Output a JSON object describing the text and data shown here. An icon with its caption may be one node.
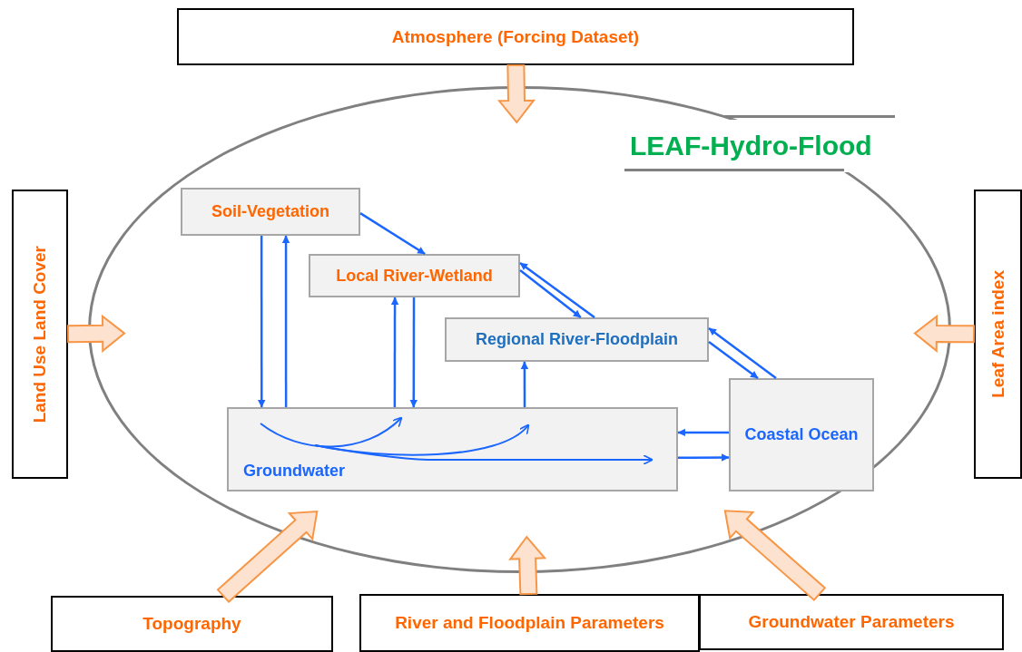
{
  "diagram": {
    "nodes": [
      {
        "text": [
          "Atmosphere (Forcing Dataset)"
        ]
      },
      {
        "text": [
          "LEAF-Hydro-Flood"
        ]
      },
      {
        "text": [
          "Soil-Vegetation"
        ],
        "in": 1
      },
      {
        "text": [
          "Local River-Wetland"
        ],
        "in": 1
      },
      {
        "text": [
          "Regional River-Floodplain"
        ],
        "in": 1
      },
      {
        "text": [
          "Groundwater"
        ],
        "in": 1
      },
      {
        "text": [
          "Coastal Ocean"
        ],
        "in": 1
      },
      {
        "text": [
          "Land Use Land Cover"
        ]
      },
      {
        "text": [
          "Leaf Area index"
        ]
      },
      {
        "text": [
          "Topography"
        ]
      },
      {
        "text": [
          "River and Floodplain Parameters"
        ]
      },
      {
        "text": [
          "Groundwater Parameters"
        ]
      }
    ],
    "edges": [
      {
        "from": 0,
        "to": 1,
        "arrow": "to",
        "style": "thick",
        "color": "#f79646"
      },
      {
        "from": 7,
        "to": 1,
        "arrow": "to",
        "style": "thick",
        "color": "#f79646"
      },
      {
        "from": 8,
        "to": 1,
        "arrow": "to",
        "style": "thick",
        "color": "#f79646"
      },
      {
        "from": 9,
        "to": 1,
        "arrow": "to",
        "style": "thick",
        "color": "#f79646"
      },
      {
        "from": 10,
        "to": 1,
        "arrow": "to",
        "style": "thick",
        "color": "#f79646"
      },
      {
        "from": 11,
        "to": 1,
        "arrow": "to",
        "style": "thick",
        "color": "#f79646"
      },
      {
        "from": 2,
        "to": 3,
        "arrow": "to"
      },
      {
        "from": 2,
        "to": 5,
        "arrow": "to"
      },
      {
        "from": 5,
        "to": 2,
        "arrow": "to"
      },
      {
        "from": 5,
        "to": 3,
        "arrow": "to"
      },
      {
        "from": 3,
        "to": 5,
        "arrow": "to"
      },
      {
        "from": 5,
        "to": 4,
        "arrow": "to"
      },
      {
        "from": 3,
        "to": 4,
        "arrow": "to"
      },
      {
        "from": 4,
        "to": 3,
        "arrow": "to"
      },
      {
        "from": 4,
        "to": 6,
        "arrow": "to"
      },
      {
        "from": 6,
        "to": 4,
        "arrow": "to"
      },
      {
        "from": 6,
        "to": 5,
        "arrow": "to"
      },
      {
        "from": 5,
        "to": 6,
        "arrow": "to"
      }
    ]
  }
}
